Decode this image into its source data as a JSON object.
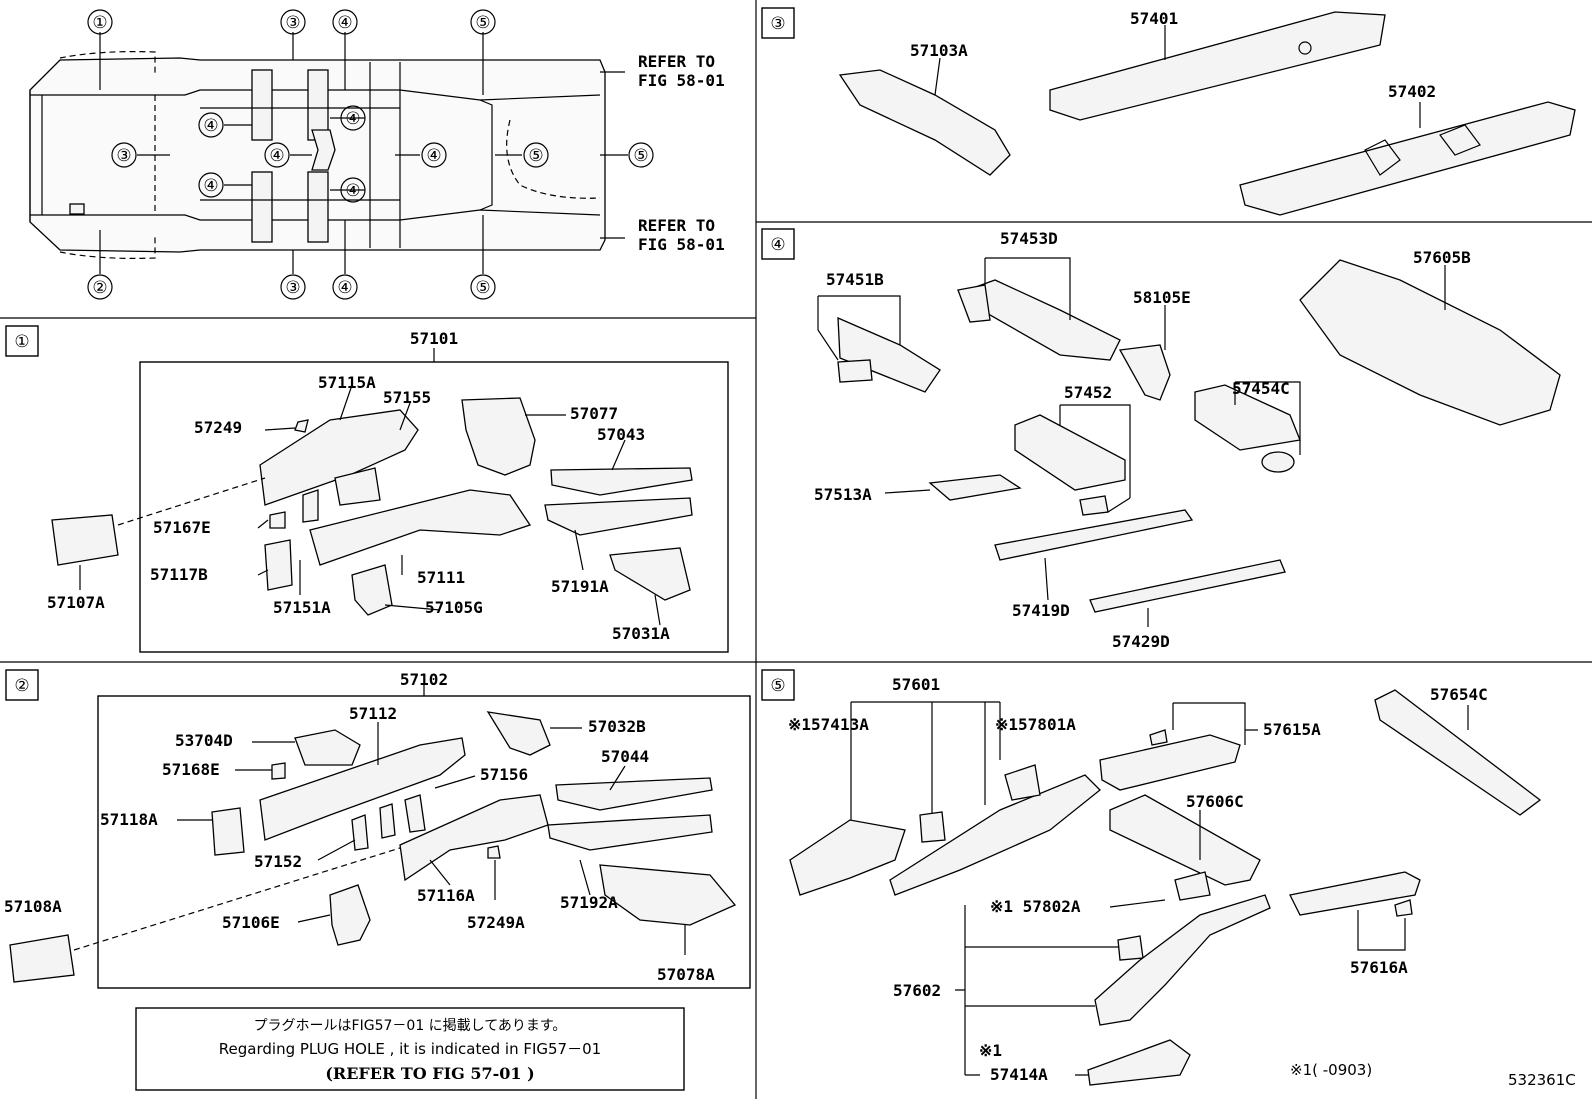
{
  "overview": {
    "callouts_top": [
      "①",
      "③",
      "④",
      "⑤"
    ],
    "callouts_bottom": [
      "②",
      "③",
      "④",
      "⑤"
    ],
    "callouts_inner": [
      "③",
      "④",
      "④",
      "④",
      "④",
      "④",
      "④",
      "⑤",
      "⑤"
    ],
    "refer_top": [
      "REFER TO",
      "FIG 58-01"
    ],
    "refer_bottom": [
      "REFER TO",
      "FIG 58-01"
    ]
  },
  "section1": {
    "marker": "①",
    "group_label": "57101",
    "parts": [
      "57115A",
      "57249",
      "57155",
      "57077",
      "57043",
      "57167E",
      "57117B",
      "57111",
      "57151A",
      "57105G",
      "57191A",
      "57031A",
      "57107A"
    ]
  },
  "section2": {
    "marker": "②",
    "group_label": "57102",
    "parts": [
      "57112",
      "53704D",
      "57168E",
      "57032B",
      "57044",
      "57156",
      "57118A",
      "57152",
      "57116A",
      "57249A",
      "57192A",
      "57106E",
      "57078A",
      "57108A"
    ],
    "note_jp": "プラグホールはFIG57－01 に掲載してあります。",
    "note_en": "Regarding PLUG HOLE , it is indicated in FIG57－01",
    "note_ref": "(REFER TO FIG 57-01 )"
  },
  "section3": {
    "marker": "③",
    "parts": [
      "57103A",
      "57401",
      "57402"
    ]
  },
  "section4": {
    "marker": "④",
    "parts": [
      "57453D",
      "57451B",
      "58105E",
      "57605B",
      "57454C",
      "57452",
      "57513A",
      "57419D",
      "57429D"
    ]
  },
  "section5": {
    "marker": "⑤",
    "parts": [
      "57601",
      "※157413A",
      "※157801A",
      "57615A",
      "57654C",
      "57606C",
      "※1 57802A",
      "57602",
      "※1",
      "57414A",
      "57616A"
    ],
    "footnote": "※1(      -0903)"
  },
  "diagram_id": "532361C"
}
